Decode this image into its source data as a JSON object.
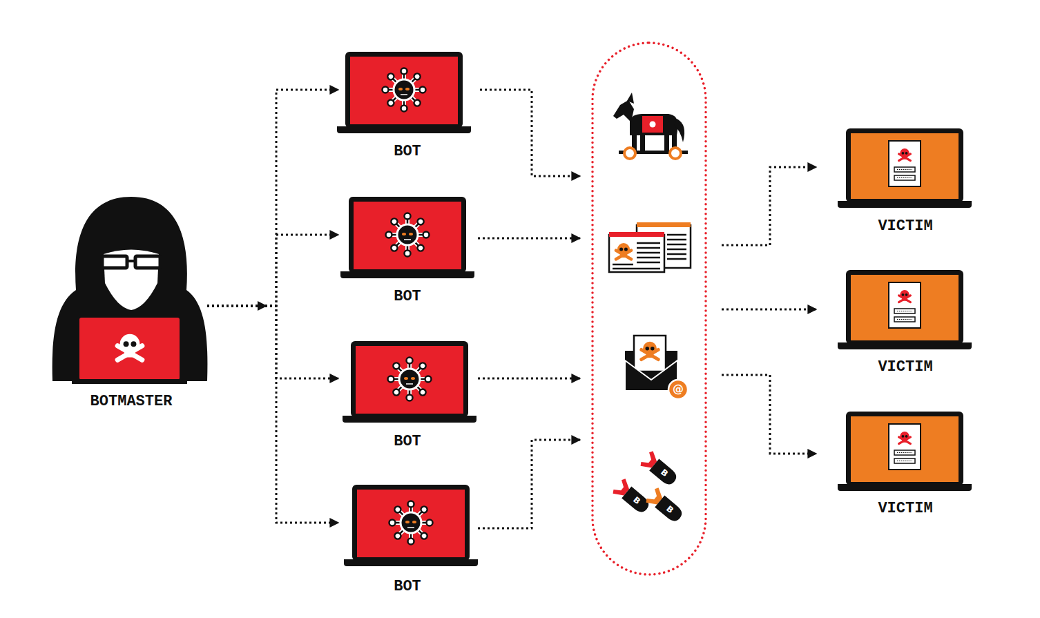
{
  "diagram": {
    "nodes": [
      {
        "text": [
          "BOTMASTER"
        ]
      },
      {
        "text": [
          "BOT"
        ]
      },
      {
        "text": [
          "BOT"
        ]
      },
      {
        "text": [
          "BOT"
        ]
      },
      {
        "text": [
          "BOT"
        ]
      },
      {
        "text": [
          "VICTIM"
        ]
      },
      {
        "text": [
          "VICTIM"
        ]
      },
      {
        "text": [
          "VICTIM"
        ]
      }
    ],
    "edges": [
      {
        "from": 0,
        "to": 1,
        "arrow": "to"
      },
      {
        "from": 0,
        "to": 2,
        "arrow": "to"
      },
      {
        "from": 0,
        "to": 3,
        "arrow": "to"
      },
      {
        "from": 0,
        "to": 4,
        "arrow": "to"
      }
    ],
    "labels": [
      "@",
      "B",
      "B",
      "B"
    ]
  }
}
